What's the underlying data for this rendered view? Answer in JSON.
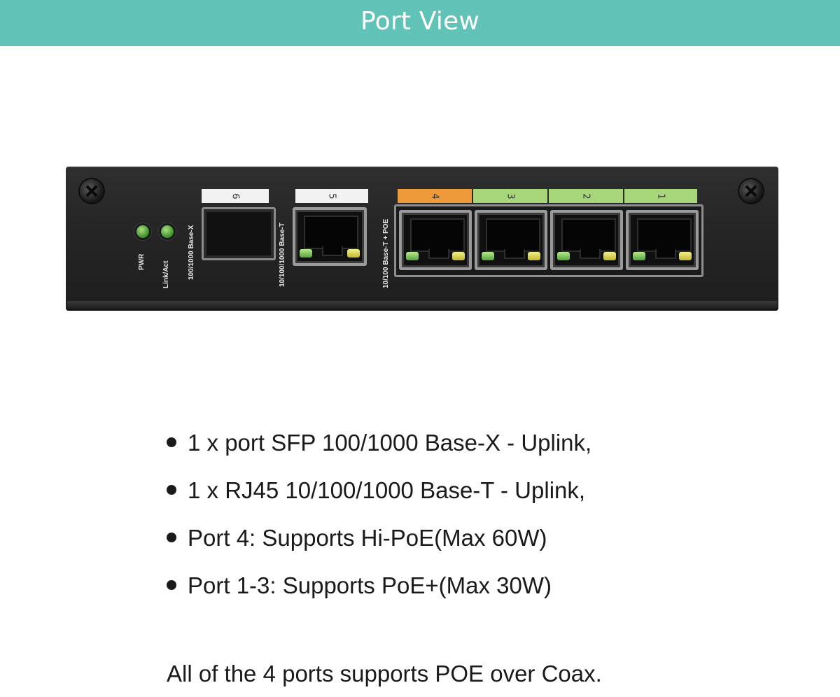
{
  "header": {
    "title": "Port View"
  },
  "device": {
    "leds": [
      {
        "label": "PWR",
        "color": "#4f9e35"
      },
      {
        "label": "Link/Act",
        "color": "#4f9e35"
      }
    ],
    "sfp_port": {
      "number": "6",
      "label": "100/1000 Base-X"
    },
    "uplink_port": {
      "number": "5",
      "label": "10/100/1000 Base-T"
    },
    "poe_group_label": "10/100 Base-T + POE",
    "poe_ports": [
      {
        "number": "4",
        "tag_color": "#ef9a3a"
      },
      {
        "number": "3",
        "tag_color": "#a7d77a"
      },
      {
        "number": "2",
        "tag_color": "#a7d77a"
      },
      {
        "number": "1",
        "tag_color": "#a7d77a"
      }
    ],
    "tag_color_uplink": "#f2f2f2"
  },
  "features": [
    "1  x port SFP 100/1000 Base-X - Uplink,",
    "1  x RJ45 10/100/1000 Base-T - Uplink,",
    "Port 4: Supports Hi-PoE(Max 60W)",
    "Port 1-3: Supports PoE+(Max 30W)"
  ],
  "note": "All of the 4 ports supports POE over Coax."
}
